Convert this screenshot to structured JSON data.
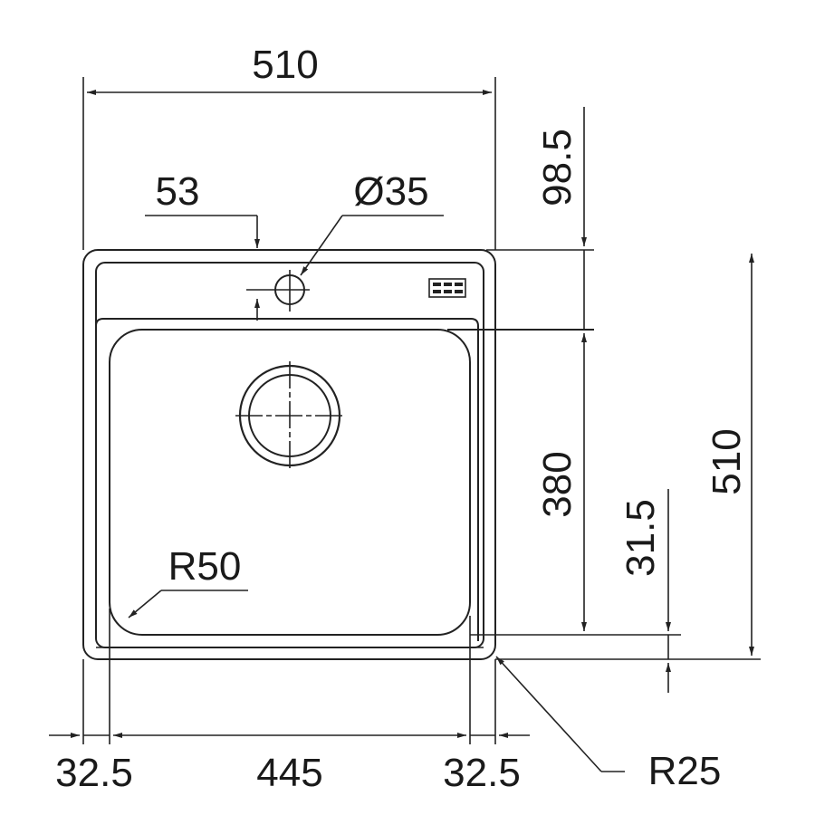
{
  "dimensions": {
    "top_width": "510",
    "tap_offset": "53",
    "tap_hole": "Ø35",
    "top_to_bowl": "98.5",
    "bowl_depth": "380",
    "bottom_margin": "31.5",
    "overall_height": "510",
    "inner_radius": "R50",
    "corner_radius": "R25",
    "left_margin": "32.5",
    "bowl_width": "445",
    "right_margin": "32.5"
  },
  "colors": {
    "line": "#222222",
    "background": "#ffffff"
  }
}
